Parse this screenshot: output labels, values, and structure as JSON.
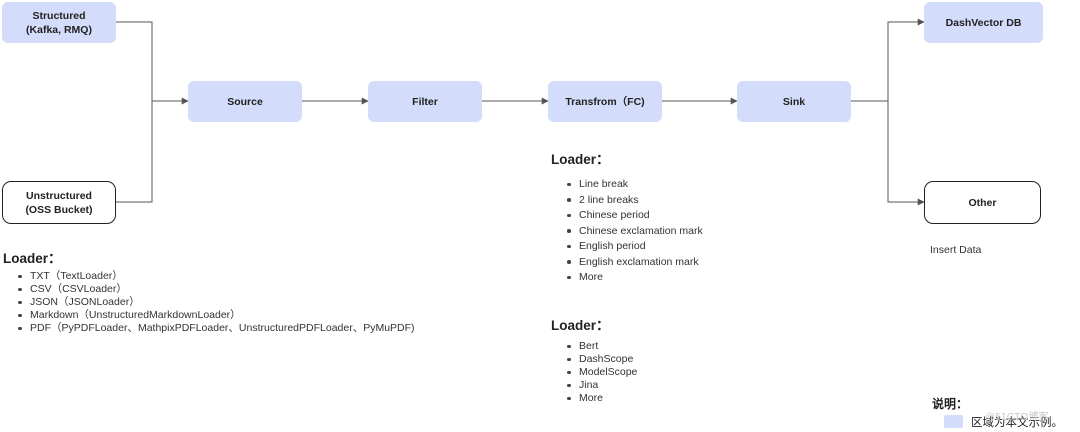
{
  "nodes": {
    "structured": {
      "line1": "Structured",
      "line2": "(Kafka, RMQ)"
    },
    "unstructured": {
      "line1": "Unstructured",
      "line2": "(OSS Bucket)"
    },
    "source": {
      "label": "Source"
    },
    "filter": {
      "label": "Filter"
    },
    "transform": {
      "label": "Transfrom（FC)"
    },
    "sink": {
      "label": "Sink"
    },
    "dashvector": {
      "label": "DashVector DB"
    },
    "other": {
      "label": "Other"
    }
  },
  "source_loader": {
    "heading": "Loader：",
    "items": [
      "TXT（TextLoader）",
      "CSV（CSVLoader）",
      "JSON（JSONLoader）",
      "Markdown（UnstructuredMarkdownLoader）",
      "PDF（PyPDFLoader、MathpixPDFLoader、UnstructuredPDFLoader、PyMuPDF)"
    ]
  },
  "split_loader": {
    "heading": "Loader：",
    "items": [
      "Line break",
      "2 line breaks",
      "Chinese period",
      "Chinese exclamation mark",
      "English period",
      "English exclamation mark",
      "More"
    ]
  },
  "embed_loader": {
    "heading": "Loader：",
    "items": [
      "Bert",
      "DashScope",
      "ModelScope",
      "Jina",
      "More"
    ]
  },
  "sink_caption": "Insert Data",
  "legend": {
    "title": "说明：",
    "text": "区域为本文示例。"
  },
  "watermark": "@51CTO博客",
  "colors": {
    "highlight_fill": "#d3dcfa",
    "line": "#555555"
  }
}
